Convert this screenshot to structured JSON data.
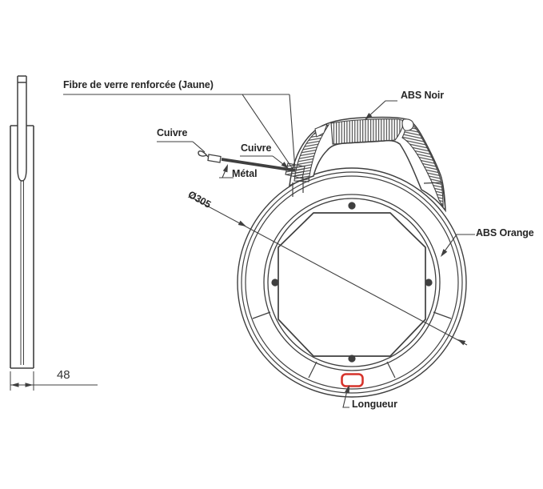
{
  "diagram": {
    "type": "technical-drawing",
    "subject": "fish-tape reel, front view and side view",
    "labels": {
      "fiberglass": "Fibre de verre renforcée (Jaune)",
      "copper_tip": "Cuivre",
      "copper_lead": "Cuivre",
      "metal": "Métal",
      "diameter": "Ø305",
      "abs_black": "ABS Noir",
      "abs_orange": "ABS Orange",
      "length_window": "Longueur",
      "side_width": "48"
    },
    "colors": {
      "line": "#3f3f3f",
      "text": "#262626",
      "highlight_red": "#d6342c",
      "background": "#ffffff"
    }
  }
}
